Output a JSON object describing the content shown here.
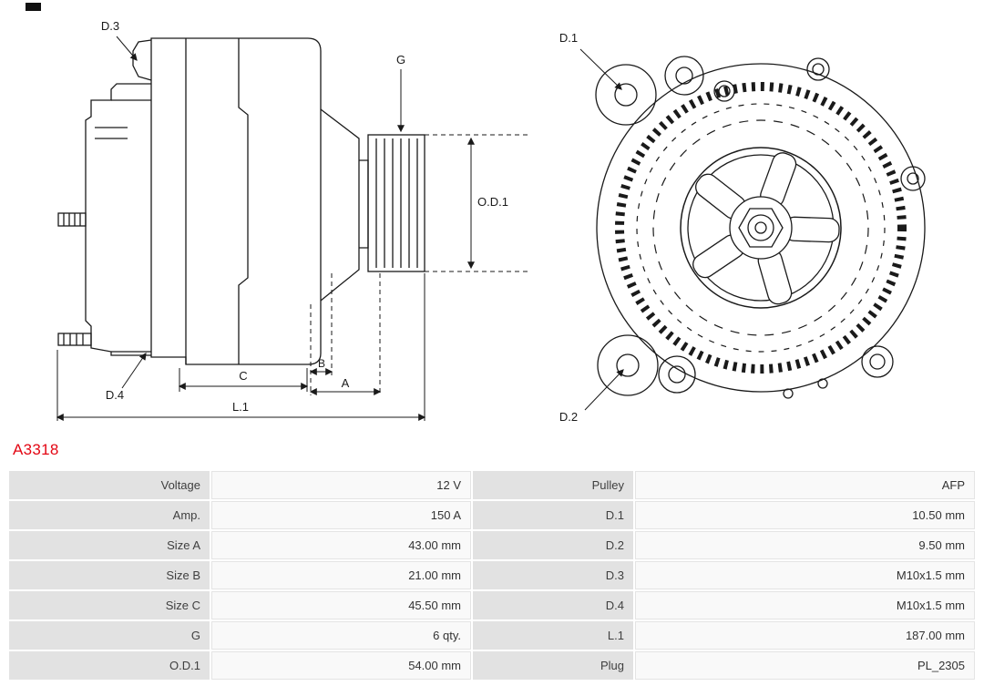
{
  "part_number": "A3318",
  "colors": {
    "part_number_red": "#e30613",
    "table_label_bg": "#e2e2e2",
    "table_value_bg": "#f9f9f9",
    "line_color": "#1a1a1a"
  },
  "diagram": {
    "side_view": {
      "labels": {
        "d3": "D.3",
        "d4": "D.4",
        "g": "G",
        "od1": "O.D.1",
        "b": "B",
        "a": "A",
        "c": "C",
        "l1": "L.1"
      }
    },
    "front_view": {
      "labels": {
        "d1": "D.1",
        "d2": "D.2"
      }
    }
  },
  "table": {
    "rows": [
      {
        "label_left": "Voltage",
        "value_left": "12 V",
        "label_right": "Pulley",
        "value_right": "AFP"
      },
      {
        "label_left": "Amp.",
        "value_left": "150 A",
        "label_right": "D.1",
        "value_right": "10.50 mm"
      },
      {
        "label_left": "Size A",
        "value_left": "43.00 mm",
        "label_right": "D.2",
        "value_right": "9.50 mm"
      },
      {
        "label_left": "Size B",
        "value_left": "21.00 mm",
        "label_right": "D.3",
        "value_right": "M10x1.5 mm"
      },
      {
        "label_left": "Size C",
        "value_left": "45.50 mm",
        "label_right": "D.4",
        "value_right": "M10x1.5 mm"
      },
      {
        "label_left": "G",
        "value_left": "6 qty.",
        "label_right": "L.1",
        "value_right": "187.00 mm"
      },
      {
        "label_left": "O.D.1",
        "value_left": "54.00 mm",
        "label_right": "Plug",
        "value_right": "PL_2305"
      }
    ]
  }
}
